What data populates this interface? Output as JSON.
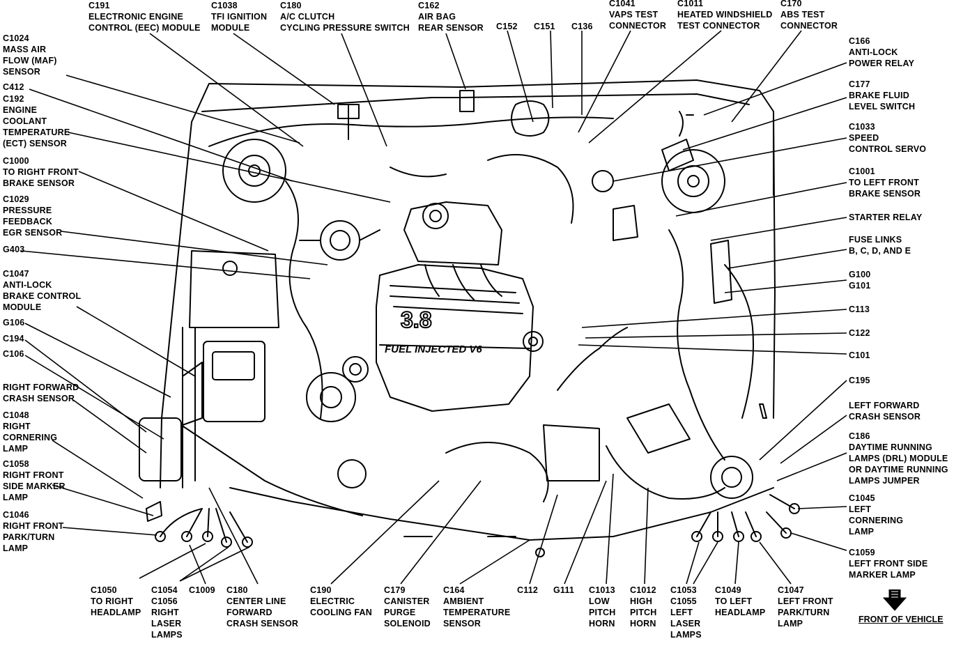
{
  "labels": [
    {
      "id": "c191",
      "lines": [
        "C191",
        "ELECTRONIC ENGINE",
        "CONTROL (EEC) MODULE"
      ]
    },
    {
      "id": "c1038",
      "lines": [
        "C1038",
        "TFI IGNITION",
        "MODULE"
      ]
    },
    {
      "id": "c180a",
      "lines": [
        "C180",
        "A/C CLUTCH",
        "CYCLING PRESSURE SWITCH"
      ]
    },
    {
      "id": "c162",
      "lines": [
        "C162",
        "AIR BAG",
        "REAR SENSOR"
      ]
    },
    {
      "id": "c152",
      "lines": [
        "C152"
      ]
    },
    {
      "id": "c151",
      "lines": [
        "C151"
      ]
    },
    {
      "id": "c136",
      "lines": [
        "C136"
      ]
    },
    {
      "id": "c1041",
      "lines": [
        "C1041",
        "VAPS TEST",
        "CONNECTOR"
      ]
    },
    {
      "id": "c1011",
      "lines": [
        "C1011",
        "HEATED WINDSHIELD",
        "TEST CONNECTOR"
      ]
    },
    {
      "id": "c170",
      "lines": [
        "C170",
        "ABS TEST",
        "CONNECTOR"
      ]
    },
    {
      "id": "c1024",
      "lines": [
        "C1024",
        "MASS AIR",
        "FLOW (MAF)",
        "SENSOR"
      ]
    },
    {
      "id": "c412",
      "lines": [
        "C412"
      ]
    },
    {
      "id": "c192",
      "lines": [
        "C192",
        "ENGINE",
        "COOLANT",
        "TEMPERATURE",
        "(ECT) SENSOR"
      ]
    },
    {
      "id": "c1000",
      "lines": [
        "C1000",
        "TO RIGHT FRONT",
        "BRAKE SENSOR"
      ]
    },
    {
      "id": "c1029",
      "lines": [
        "C1029",
        "PRESSURE",
        "FEEDBACK",
        "EGR SENSOR"
      ]
    },
    {
      "id": "g403",
      "lines": [
        "G403"
      ]
    },
    {
      "id": "c1047r",
      "lines": [
        "C1047",
        "ANTI-LOCK",
        "BRAKE CONTROL",
        "MODULE"
      ]
    },
    {
      "id": "g106",
      "lines": [
        "G106"
      ]
    },
    {
      "id": "c194",
      "lines": [
        "C194"
      ]
    },
    {
      "id": "c106",
      "lines": [
        "C106"
      ]
    },
    {
      "id": "rfcs",
      "lines": [
        "RIGHT FORWARD",
        "CRASH SENSOR"
      ]
    },
    {
      "id": "c1048a",
      "lines": [
        "C1048",
        "RIGHT",
        "CORNERING",
        "LAMP"
      ]
    },
    {
      "id": "c1058",
      "lines": [
        "C1058",
        "RIGHT FRONT",
        "SIDE MARKER",
        "LAMP"
      ]
    },
    {
      "id": "c1046",
      "lines": [
        "C1046",
        "RIGHT FRONT",
        "PARK/TURN",
        "LAMP"
      ]
    },
    {
      "id": "c166",
      "lines": [
        "C166",
        "ANTI-LOCK",
        "POWER RELAY"
      ]
    },
    {
      "id": "c177",
      "lines": [
        "C177",
        "BRAKE FLUID",
        "LEVEL SWITCH"
      ]
    },
    {
      "id": "c1033",
      "lines": [
        "C1033",
        "SPEED",
        "CONTROL SERVO"
      ]
    },
    {
      "id": "c1001",
      "lines": [
        "C1001",
        "TO LEFT FRONT",
        "BRAKE SENSOR"
      ]
    },
    {
      "id": "starter",
      "lines": [
        "STARTER RELAY"
      ]
    },
    {
      "id": "fuse",
      "lines": [
        "FUSE LINKS",
        "B, C, D, AND E"
      ]
    },
    {
      "id": "g100",
      "lines": [
        "G100",
        "G101"
      ]
    },
    {
      "id": "c113",
      "lines": [
        "C113"
      ]
    },
    {
      "id": "c122",
      "lines": [
        "C122"
      ]
    },
    {
      "id": "c101",
      "lines": [
        "C101"
      ]
    },
    {
      "id": "c195",
      "lines": [
        "C195"
      ]
    },
    {
      "id": "lfcs",
      "lines": [
        "LEFT FORWARD",
        "CRASH SENSOR"
      ]
    },
    {
      "id": "c186",
      "lines": [
        "C186",
        "DAYTIME RUNNING",
        "LAMPS (DRL) MODULE",
        "OR DAYTIME RUNNING",
        "LAMPS JUMPER"
      ]
    },
    {
      "id": "c1045",
      "lines": [
        "C1045",
        "LEFT",
        "CORNERING",
        "LAMP"
      ]
    },
    {
      "id": "c1059",
      "lines": [
        "C1059",
        "LEFT FRONT SIDE",
        "MARKER LAMP"
      ]
    },
    {
      "id": "c1050",
      "lines": [
        "C1050",
        "TO RIGHT",
        "HEADLAMP"
      ]
    },
    {
      "id": "c1054",
      "lines": [
        "C1054",
        "C1056",
        "RIGHT",
        "LASER",
        "LAMPS"
      ]
    },
    {
      "id": "c1009",
      "lines": [
        "C1009"
      ]
    },
    {
      "id": "c180b",
      "lines": [
        "C180",
        "CENTER LINE",
        "FORWARD",
        "CRASH SENSOR"
      ]
    },
    {
      "id": "c190",
      "lines": [
        "C190",
        "ELECTRIC",
        "COOLING FAN"
      ]
    },
    {
      "id": "c179",
      "lines": [
        "C179",
        "CANISTER",
        "PURGE",
        "SOLENOID"
      ]
    },
    {
      "id": "c164",
      "lines": [
        "C164",
        "AMBIENT",
        "TEMPERATURE",
        "SENSOR"
      ]
    },
    {
      "id": "c112",
      "lines": [
        "C112"
      ]
    },
    {
      "id": "g111",
      "lines": [
        "G111"
      ]
    },
    {
      "id": "c1013",
      "lines": [
        "C1013",
        "LOW",
        "PITCH",
        "HORN"
      ]
    },
    {
      "id": "c1012",
      "lines": [
        "C1012",
        "HIGH",
        "PITCH",
        "HORN"
      ]
    },
    {
      "id": "c1053",
      "lines": [
        "C1053",
        "C1055",
        "LEFT",
        "LASER",
        "LAMPS"
      ]
    },
    {
      "id": "c1049",
      "lines": [
        "C1049",
        "TO LEFT",
        "HEADLAMP"
      ]
    },
    {
      "id": "c1047l",
      "lines": [
        "C1047",
        "LEFT FRONT",
        "PARK/TURN",
        "LAMP"
      ]
    }
  ],
  "engine_badge": {
    "displacement": "3.8",
    "banner": "FUEL INJECTED V6"
  },
  "front_of_vehicle": "FRONT OF VEHICLE",
  "colors": {
    "ink": "#000000",
    "paper": "#ffffff"
  }
}
